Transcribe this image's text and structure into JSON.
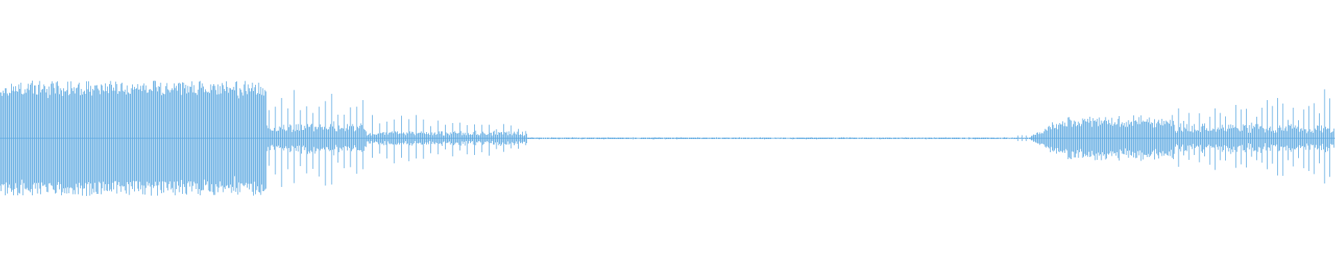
{
  "waveform": {
    "color": "#5aa7e0",
    "background": "#ffffff",
    "peak_scale": 1.0,
    "segments": [
      {
        "from": 0.0,
        "to": 0.2,
        "pattern": "dense",
        "spread": 0.32,
        "jitter": 0.3,
        "base": 0.22,
        "freq": 1.0
      },
      {
        "from": 0.2,
        "to": 0.275,
        "pattern": "sparse",
        "spread": 0.3,
        "jitter": 0.2,
        "base": 0.1,
        "freq": 0.5
      },
      {
        "from": 0.275,
        "to": 0.395,
        "pattern": "decaying",
        "spread": 0.17,
        "jitter": 0.25,
        "base": 0.05,
        "freq": 0.35
      },
      {
        "from": 0.395,
        "to": 0.76,
        "pattern": "silence",
        "spread": 0.006,
        "jitter": 0.1,
        "base": 0.0,
        "freq": 0.0
      },
      {
        "from": 0.76,
        "to": 0.77,
        "pattern": "blip",
        "spread": 0.02,
        "jitter": 0.1,
        "base": 0.0,
        "freq": 0.0
      },
      {
        "from": 0.77,
        "to": 0.88,
        "pattern": "dense-low",
        "spread": 0.08,
        "jitter": 0.2,
        "base": 0.06,
        "freq": 1.0
      },
      {
        "from": 0.88,
        "to": 1.0,
        "pattern": "rising",
        "spread": 0.3,
        "jitter": 0.3,
        "base": 0.08,
        "freq": 0.6
      }
    ]
  }
}
